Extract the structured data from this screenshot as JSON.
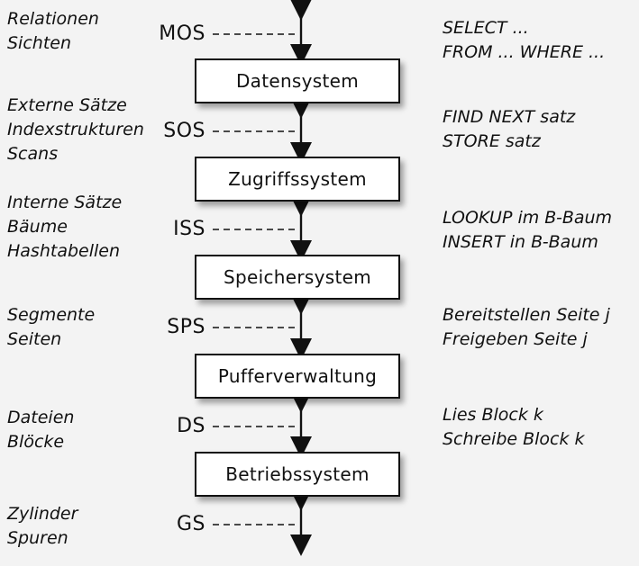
{
  "layers": [
    {
      "label": "Datensystem"
    },
    {
      "label": "Zugriffssystem"
    },
    {
      "label": "Speichersystem"
    },
    {
      "label": "Pufferverwaltung"
    },
    {
      "label": "Betriebssystem"
    }
  ],
  "interfaces": [
    {
      "label": "MOS",
      "objects": [
        "Relationen",
        "Sichten"
      ],
      "operations": [
        "SELECT ...",
        "FROM ... WHERE ..."
      ]
    },
    {
      "label": "SOS",
      "objects": [
        "Externe Sätze",
        "Indexstrukturen",
        "Scans"
      ],
      "operations": [
        "FIND NEXT satz",
        "STORE satz"
      ]
    },
    {
      "label": "ISS",
      "objects": [
        "Interne Sätze",
        "Bäume",
        "Hashtabellen"
      ],
      "operations": [
        "LOOKUP im B-Baum",
        "INSERT in B-Baum"
      ]
    },
    {
      "label": "SPS",
      "objects": [
        "Segmente",
        "Seiten"
      ],
      "operations": [
        "Bereitstellen Seite j",
        "Freigeben Seite j"
      ]
    },
    {
      "label": "DS",
      "objects": [
        "Dateien",
        "Blöcke"
      ],
      "operations": [
        "Lies Block k",
        "Schreibe Block k"
      ]
    },
    {
      "label": "GS",
      "objects": [
        "Zylinder",
        "Spuren"
      ],
      "operations": []
    }
  ]
}
